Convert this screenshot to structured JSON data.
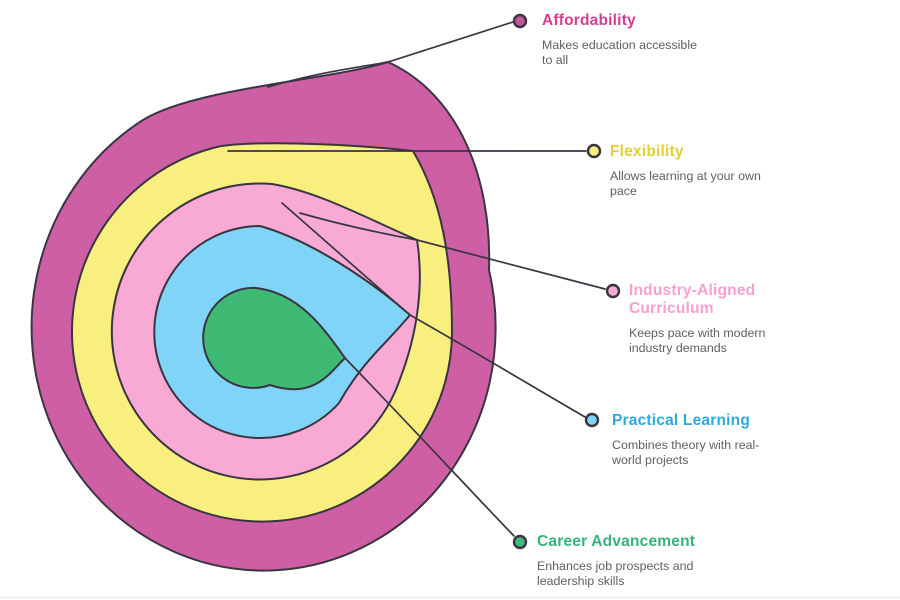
{
  "diagram": {
    "type": "onion-layers",
    "stroke": "#3a3542",
    "background": "#ffffff",
    "layers": [
      {
        "name": "Affordability",
        "description": [
          "Makes education accessible",
          "to all"
        ],
        "ring_color": "#ce5fa5",
        "dot_color": "#c4559d",
        "label_color": "#d33d92"
      },
      {
        "name": "Flexibility",
        "description": [
          "Allows learning at your own",
          "pace"
        ],
        "ring_color": "#f8ef7e",
        "dot_color": "#f8ef7e",
        "label_color": "#e3cf2e"
      },
      {
        "name": "Industry-Aligned Curriculum",
        "description": [
          "Keeps pace with modern",
          "industry demands"
        ],
        "ring_color": "#f8a9d4",
        "dot_color": "#f8a9d4",
        "label_color": "#f89fd1"
      },
      {
        "name": "Practical Learning",
        "description": [
          "Combines theory with real-",
          "world projects"
        ],
        "ring_color": "#7fd4f8",
        "dot_color": "#7fd4f8",
        "label_color": "#2caade"
      },
      {
        "name": "Career Advancement",
        "description": [
          "Enhances job prospects and",
          "leadership skills"
        ],
        "ring_color": "#3fba74",
        "dot_color": "#3fba74",
        "label_color": "#36b378"
      }
    ]
  }
}
